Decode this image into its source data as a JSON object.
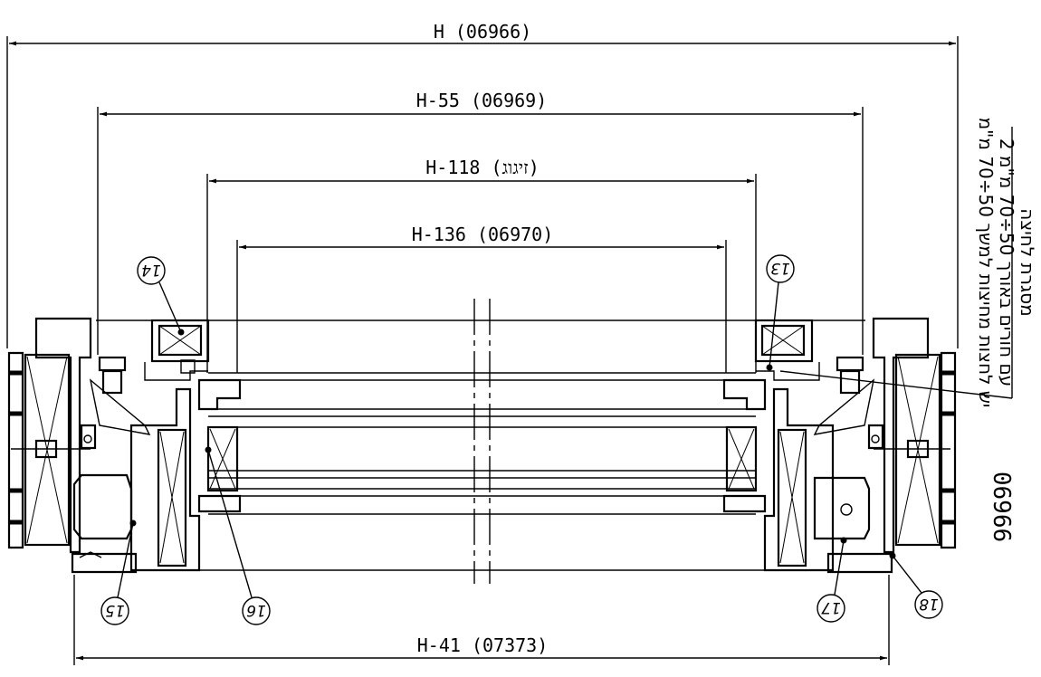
{
  "dimensions": {
    "overall": "H (06966)",
    "inner_frame": "H-55 (06969)",
    "glazing": "H-118 (זיגוג)",
    "sash_inner": "H-136 (06970)",
    "bottom": "H-41 (07373)"
  },
  "callouts": [
    "13",
    "14",
    "15",
    "16",
    "17",
    "18"
  ],
  "side_note": {
    "line1": "מסגרת לחיצה",
    "line2": "יש לחצות מחיצות למשך 50÷70 מ\"מ",
    "line3": "2 עם חורים באורך 50÷70 מ\"מ"
  },
  "profile_code": "06966",
  "colors": {
    "line": "#000000",
    "background": "#ffffff"
  }
}
